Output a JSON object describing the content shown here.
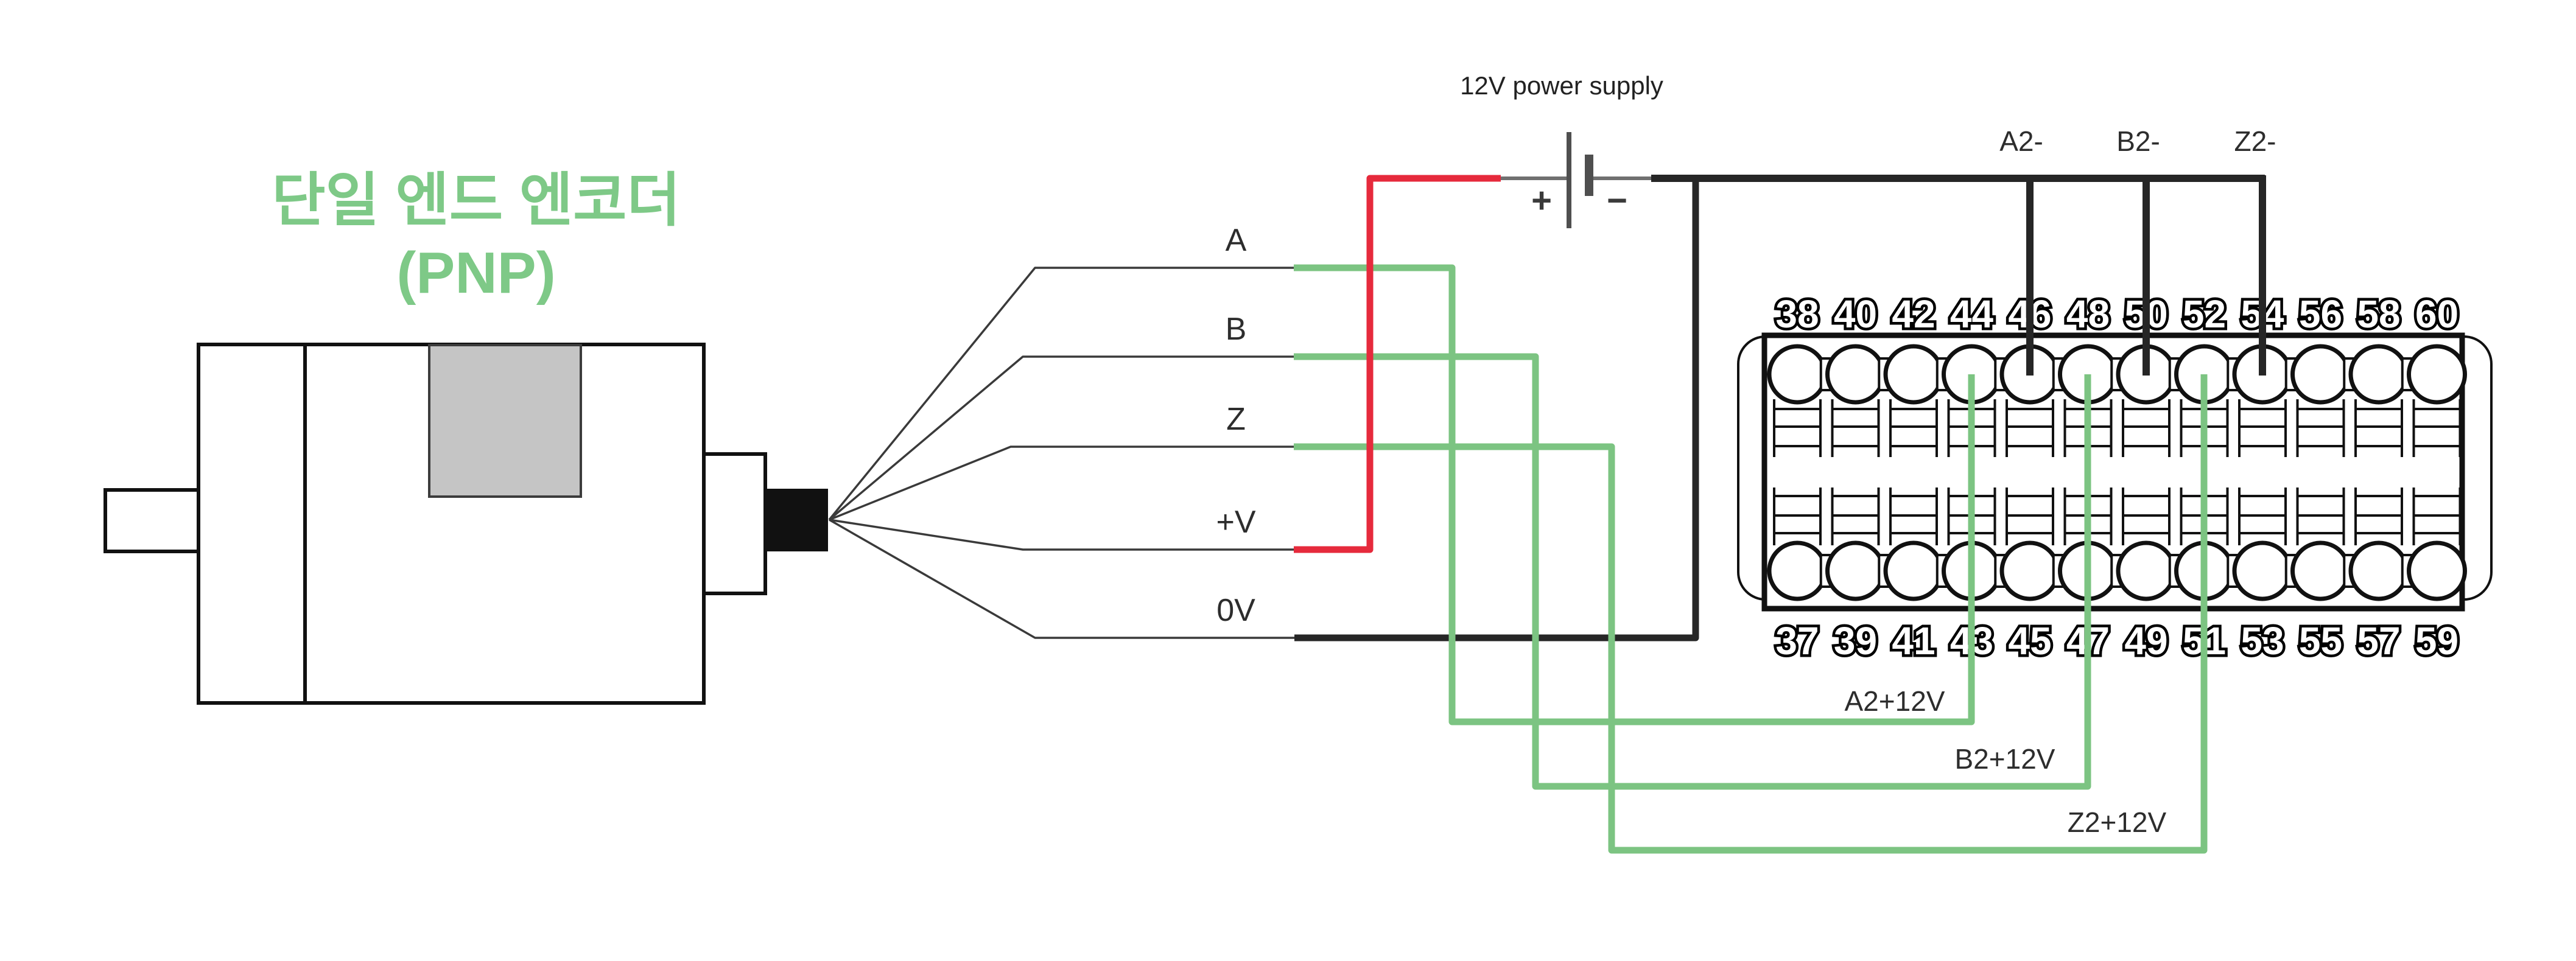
{
  "title": {
    "line1": "단일 엔드 엔코더",
    "line2": "(PNP)"
  },
  "power_supply": {
    "label": "12V power supply",
    "plus": "+",
    "minus": "−"
  },
  "encoder_signals": {
    "a": "A",
    "b": "B",
    "z": "Z",
    "v_plus": "+V",
    "v_zero": "0V"
  },
  "plc_inputs": {
    "top": {
      "a": "A2-",
      "b": "B2-",
      "z": "Z2-"
    },
    "bottom": {
      "a": "A2+12V",
      "b": "B2+12V",
      "z": "Z2+12V"
    }
  },
  "terminal_block": {
    "top_numbers": [
      38,
      40,
      42,
      44,
      46,
      48,
      50,
      52,
      54,
      56,
      58,
      60
    ],
    "bottom_numbers": [
      37,
      39,
      41,
      43,
      45,
      47,
      49,
      51,
      53,
      55,
      57,
      59
    ]
  },
  "connections": {
    "green_terminals": [
      44,
      48,
      52
    ],
    "black_terminals": [
      46,
      50,
      54
    ]
  },
  "colors": {
    "title_green": "#7ec987",
    "wire_green": "#7cc482",
    "wire_red": "#e62a3c",
    "wire_black": "#262626",
    "lead_gray": "#707070",
    "battery_gray": "#4f4f4f",
    "motor_gray_fill": "#c5c5c5",
    "text_dark": "#2d2d2d"
  }
}
